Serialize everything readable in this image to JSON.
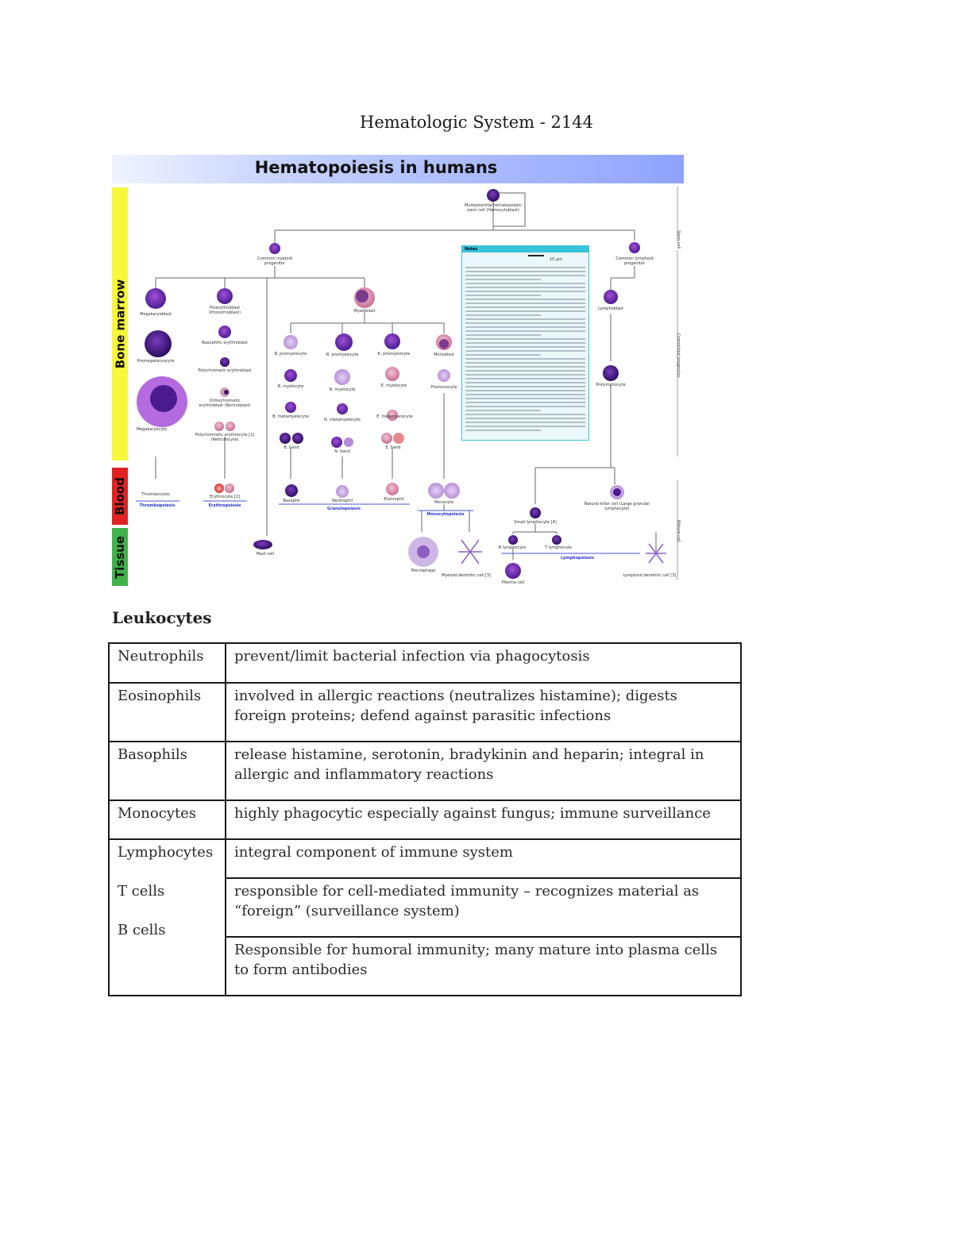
{
  "page": {
    "title": "Hematologic System - 2144"
  },
  "figure": {
    "title": "Hematopoiesis in humans",
    "bands": {
      "bone_marrow": "Bone marrow",
      "blood": "Blood",
      "tissue": "Tissue"
    },
    "right_labels": {
      "stem": "Stem cell",
      "committed": "Committed progenitor",
      "mature": "Mature cell"
    },
    "cells": {
      "hsc": "Multipotential hematopoietic stem cell (Hemocytoblast)",
      "cmp": "Common myeloid progenitor",
      "clp": "Common lymphoid progenitor",
      "megakaryoblast": "Megakaryoblast",
      "promegakaryocyte": "Promegakaryocyte",
      "megakaryocyte": "Megakaryocyte",
      "thrombocytes": "Thrombocytes",
      "proerythroblast": "Proerythroblast (Pronormoblast)",
      "basophilic_erythroblast": "Basophilic erythroblast",
      "polychromatic_erythroblast": "Polychromatic erythroblast",
      "orthochromatic_erythroblast": "Orthochromatic erythroblast (Normoblast)",
      "polychromatic_erythrocyte": "Polychromatic erythrocyte [1] (Reticulocyte)",
      "erythrocyte": "Erythrocyte [2]",
      "mast_cell": "Mast cell",
      "myeloblast": "Myeloblast",
      "b_promyelocyte": "B. promyelocyte",
      "n_promyelocyte": "N. promyelocyte",
      "e_promyelocyte": "E. promyelocyte",
      "b_myelocyte": "B. myelocyte",
      "n_myelocyte": "N. myelocyte",
      "e_myelocyte": "E. myelocyte",
      "b_metamyelocyte": "B. metamyelocyte",
      "n_metamyelocyte": "N. metamyelocyte",
      "e_metamyelocyte": "E. metamyelocyte",
      "b_band": "B. band",
      "n_band": "N. band",
      "e_band": "E. band",
      "basophil": "Basophil",
      "neutrophil": "Neutrophil",
      "eosinophil": "Eosinophil",
      "monoblast": "Monoblast",
      "promonocyte": "Promonocyte",
      "monocyte": "Monocyte",
      "macrophage": "Macrophage",
      "myeloid_dendritic": "Myeloid dendritic cell [3]",
      "lymphoblast": "Lymphoblast",
      "prolymphocyte": "Prolymphocyte",
      "nk_cell": "Natural killer cell (Large granular lymphocyte)",
      "small_lymphocyte": "Small lymphocyte [4]",
      "b_lymphocyte": "B lymphocyte",
      "t_lymphocyte": "T lymphocyte",
      "plasma_cell": "Plasma cell",
      "lymphoid_dendritic": "Lymphoid dendritic cell [3]"
    },
    "processes": {
      "thrombopoiesis": "Thrombopoiesis",
      "erythropoiesis": "Erythropoiesis",
      "granulopoiesis": "Granulopoiesis",
      "monocytopoiesis": "Monocytopoiesis",
      "lymphopoiesis": "Lymphopoiesis"
    },
    "notes": {
      "title": "Notes",
      "scale": "10 µm"
    }
  },
  "leukocytes": {
    "heading": "Leukocytes",
    "rows": {
      "neutrophils": {
        "name": "Neutrophils",
        "desc": "prevent/limit bacterial infection via phagocytosis"
      },
      "eosinophils": {
        "name": "Eosinophils",
        "desc": "involved in allergic reactions (neutralizes histamine); digests foreign proteins; defend against parasitic infections"
      },
      "basophils": {
        "name": "Basophils",
        "desc": "release histamine, serotonin, bradykinin and heparin; integral in allergic and inflammatory reactions"
      },
      "monocytes": {
        "name": "Monocytes",
        "desc": "highly phagocytic especially against fungus; immune surveillance"
      },
      "lymphocytes": {
        "name": "Lymphocytes",
        "t_label": "T cells",
        "b_label": "B cells",
        "desc": "integral component of immune system",
        "t_desc": "responsible for cell-mediated immunity – recognizes material as “foreign” (surveillance system)",
        "b_desc": "Responsible for humoral immunity; many mature into plasma cells to form antibodies"
      }
    }
  }
}
